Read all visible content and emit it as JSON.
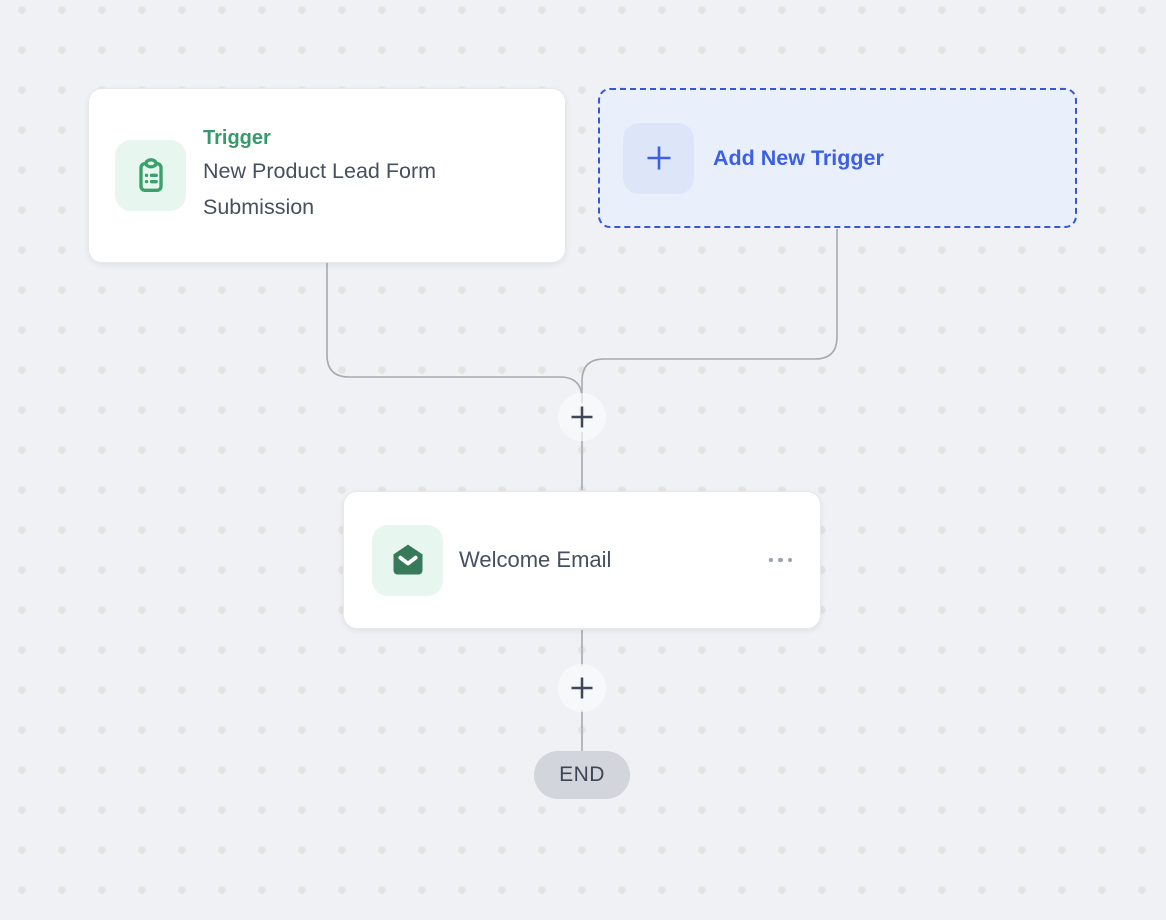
{
  "canvas": {
    "background_color": "#f0f1f4",
    "dot_color": "#e3e4e1",
    "connector_color": "#a7aab1"
  },
  "nodes": {
    "trigger": {
      "label": "Trigger",
      "title": "New Product Lead Form Submission",
      "label_color": "#37996b",
      "icon": "clipboard-list-icon",
      "icon_color": "#3aa06c",
      "icon_bg": "#e7f6ee"
    },
    "add_trigger": {
      "label": "Add New Trigger",
      "icon": "plus-icon",
      "accent_color": "#3d5fe3",
      "bg_color": "#e9f0fc",
      "border_style": "dashed"
    },
    "email": {
      "title": "Welcome Email",
      "icon": "mail-open-icon",
      "icon_color": "#377a59",
      "icon_bg": "#e7f6ee",
      "menu_icon": "ellipsis-icon"
    },
    "end": {
      "label": "END",
      "bg_color": "#d2d5db"
    }
  },
  "buttons": {
    "add_step_icon": "plus-icon",
    "plus_color": "#3e4757"
  }
}
